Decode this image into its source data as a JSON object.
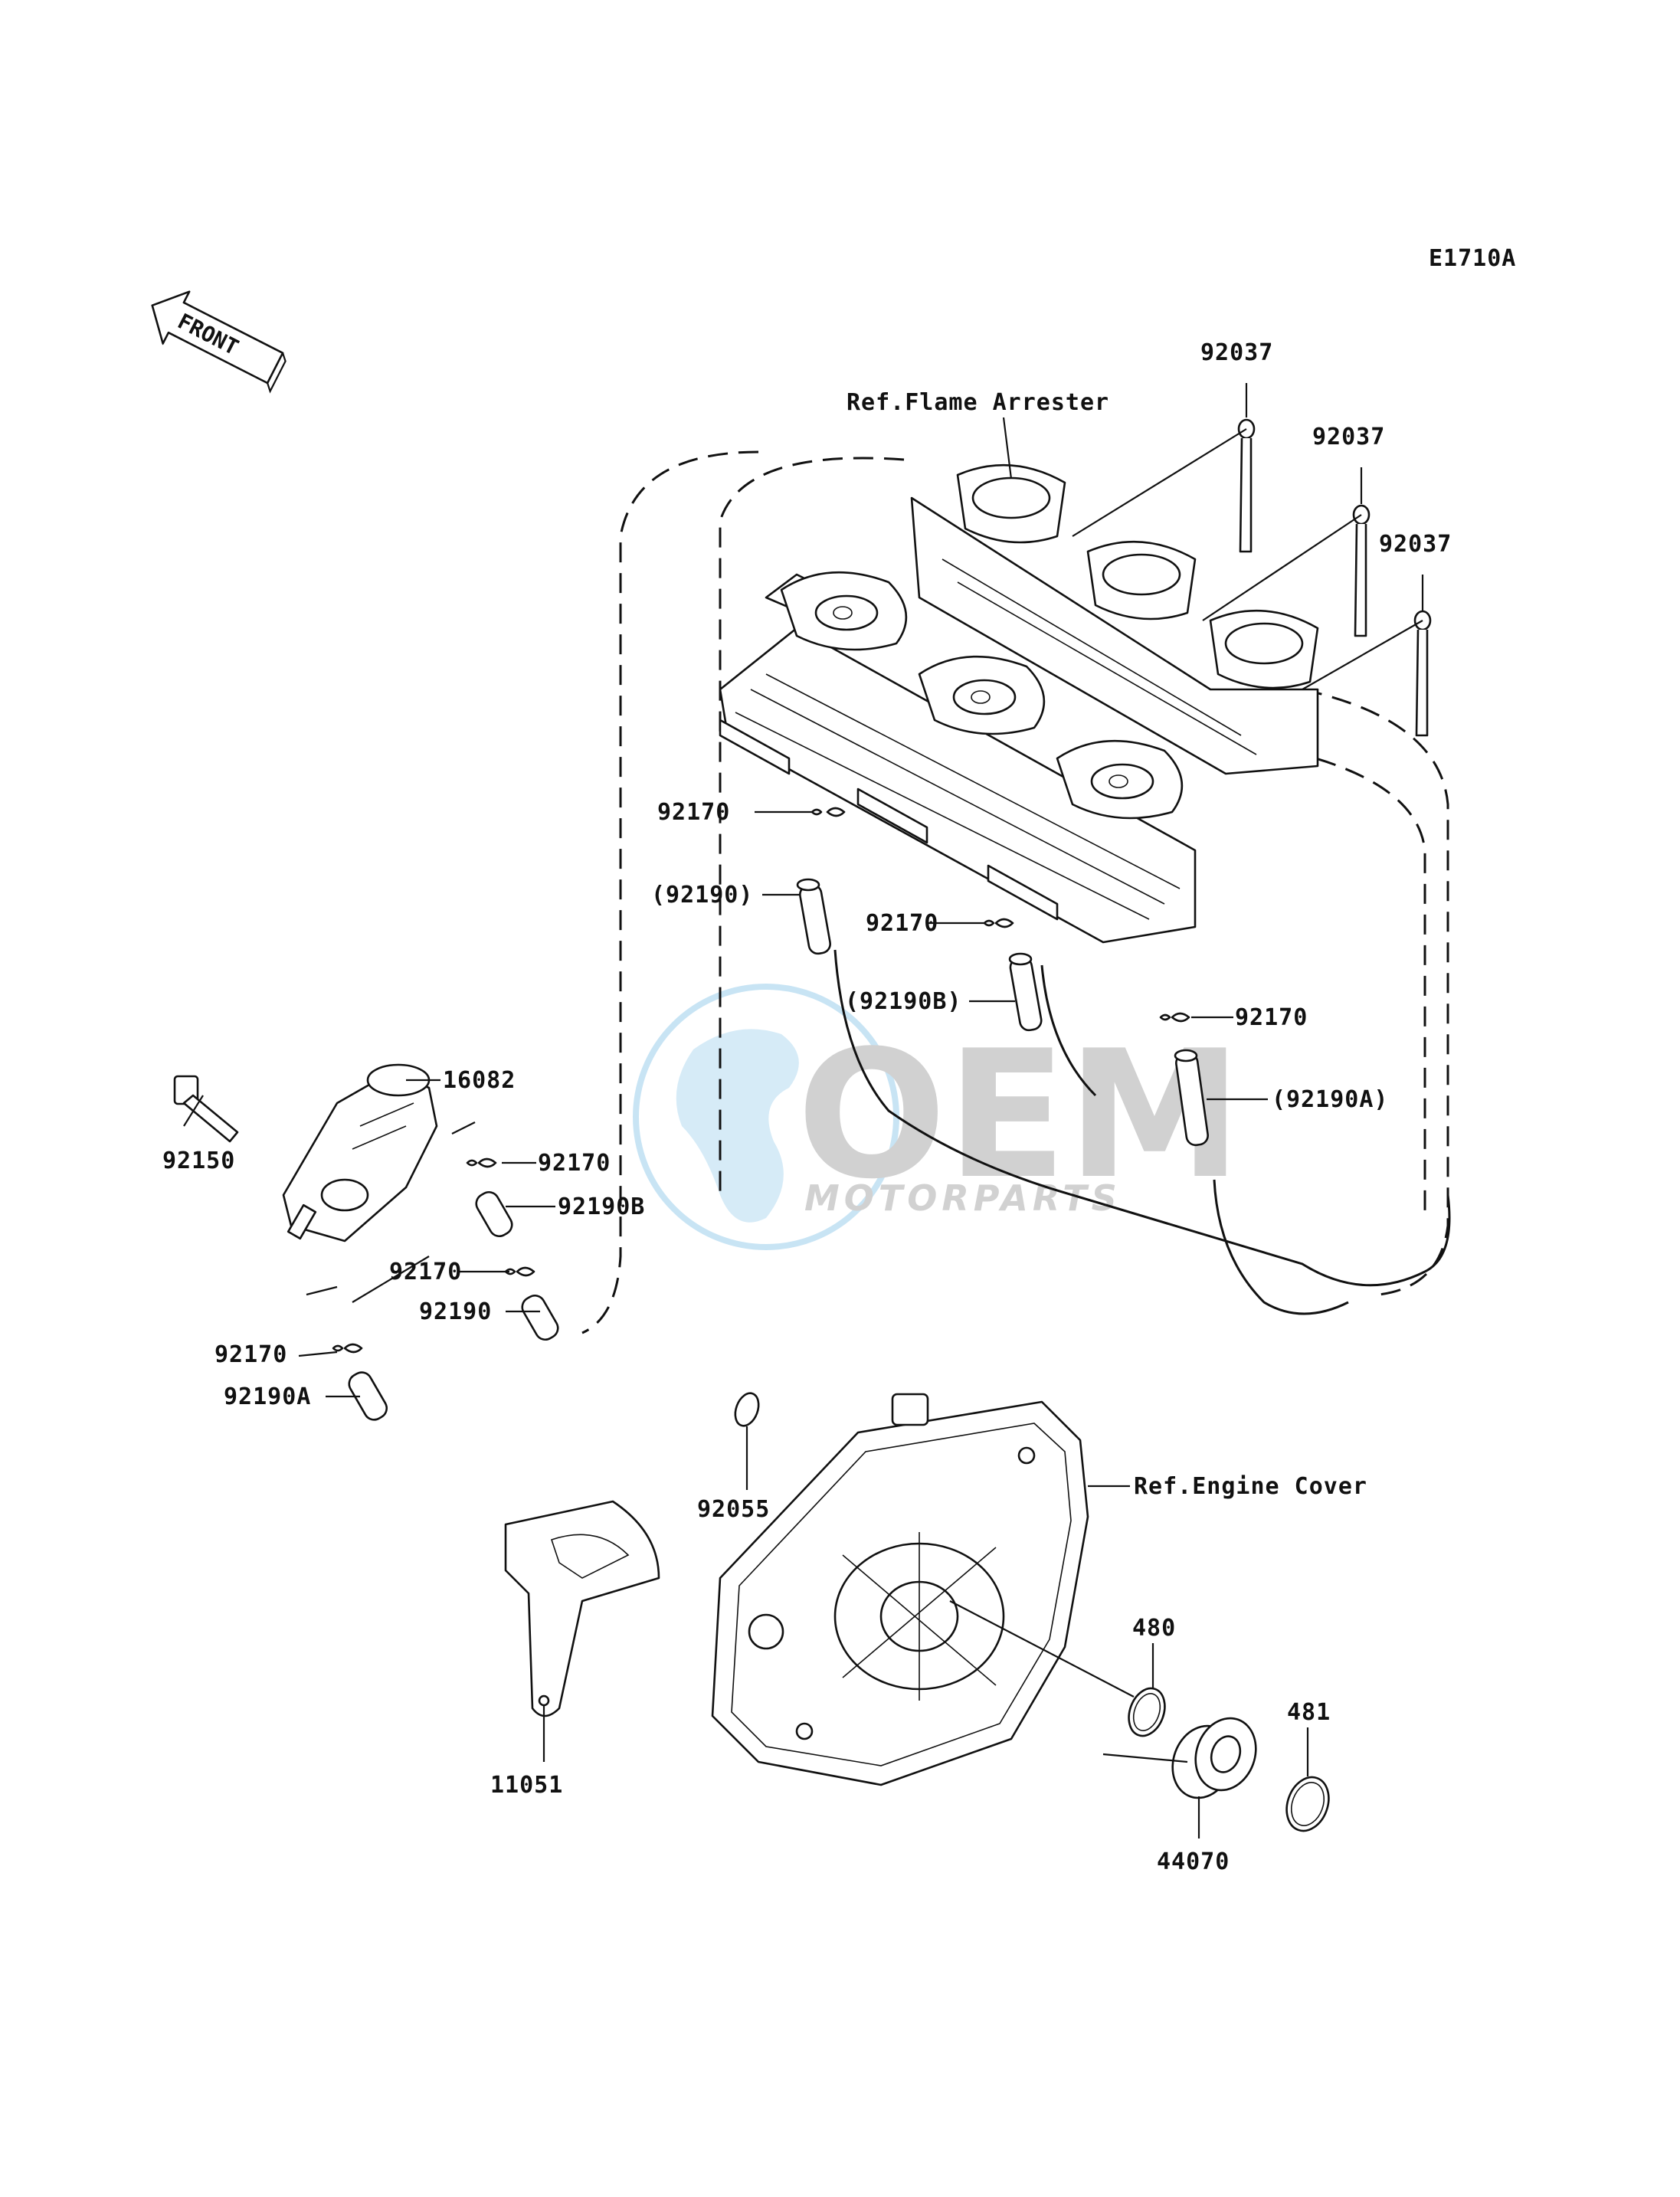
{
  "diagram_code": "E1710A",
  "front_label": "FRONT",
  "watermark": {
    "main": "OEM",
    "sub": "MOTORPARTS",
    "accent": "#3aa3dc",
    "grey": "#9a9a9a"
  },
  "refs": {
    "flame_arrester": "Ref.Flame Arrester",
    "engine_cover": "Ref.Engine Cover"
  },
  "callouts": {
    "p92037_a": "92037",
    "p92037_b": "92037",
    "p92037_c": "92037",
    "p92170_top": "92170",
    "p92190_paren": "(92190)",
    "p92170_mid": "92170",
    "p92190B_paren": "(92190B)",
    "p92170_right": "92170",
    "p92190A_paren": "(92190A)",
    "p16082": "16082",
    "p92150": "92150",
    "p92170_pump": "92170",
    "p92190B_pump": "92190B",
    "p92170_pump2": "92170",
    "p92190_pump": "92190",
    "p92170_pump3": "92170",
    "p92190A_pump": "92190A",
    "p92055": "92055",
    "p480": "480",
    "p481": "481",
    "p11051": "11051",
    "p44070": "44070"
  }
}
